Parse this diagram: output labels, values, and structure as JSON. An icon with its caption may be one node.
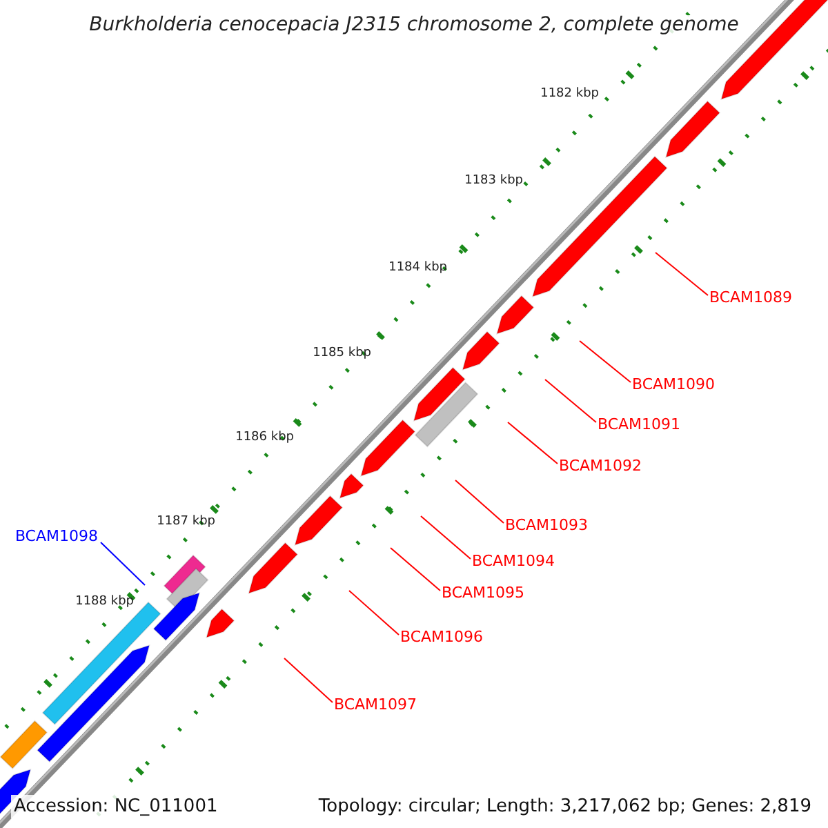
{
  "diagram": {
    "title": "Burkholderia cenocepacia J2315 chromosome 2, complete genome",
    "nodes": [
      {
        "text": [
          "BCAM1089"
        ]
      },
      {
        "text": [
          "BCAM1090"
        ]
      },
      {
        "text": [
          "BCAM1091"
        ]
      },
      {
        "text": [
          "BCAM1092"
        ]
      },
      {
        "text": [
          "BCAM1093"
        ]
      },
      {
        "text": [
          "BCAM1094"
        ]
      },
      {
        "text": [
          "BCAM1095"
        ]
      },
      {
        "text": [
          "BCAM1096"
        ]
      },
      {
        "text": [
          "BCAM1097"
        ]
      },
      {
        "text": [
          "BCAM1098"
        ]
      }
    ],
    "edges": [
      {
        "from": 0,
        "to": null,
        "arrow": "none"
      },
      {
        "from": 1,
        "to": null,
        "arrow": "none"
      },
      {
        "from": 2,
        "to": null,
        "arrow": "none"
      },
      {
        "from": 3,
        "to": null,
        "arrow": "none"
      },
      {
        "from": 4,
        "to": null,
        "arrow": "none"
      },
      {
        "from": 5,
        "to": null,
        "arrow": "none"
      },
      {
        "from": 6,
        "to": null,
        "arrow": "none"
      },
      {
        "from": 7,
        "to": null,
        "arrow": "none"
      },
      {
        "from": 8,
        "to": null,
        "arrow": "none"
      },
      {
        "from": 9,
        "to": null,
        "arrow": "none",
        "color": "#0000ff"
      }
    ],
    "labels": [
      "1182 kbp",
      "1183 kbp",
      "1184 kbp",
      "1185 kbp",
      "1186 kbp",
      "1187 kbp",
      "1188 kbp",
      "Accession: NC_011001",
      "Topology: circular; Length: 3,217,062 bp; Genes: 2,819"
    ]
  }
}
